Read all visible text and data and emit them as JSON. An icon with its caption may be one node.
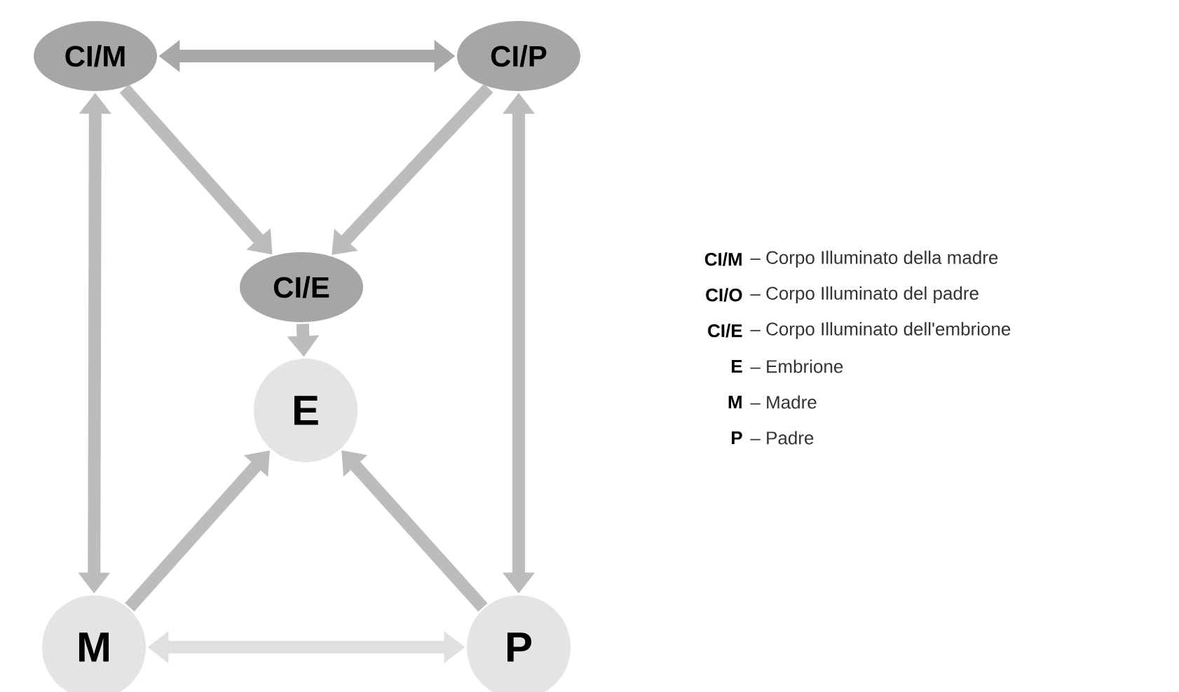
{
  "diagram": {
    "nodes": [
      {
        "text": [
          "CI/M"
        ]
      },
      {
        "text": [
          "CI/P"
        ]
      },
      {
        "text": [
          "CI/E"
        ]
      },
      {
        "text": [
          "E"
        ]
      },
      {
        "text": [
          "M"
        ]
      },
      {
        "text": [
          "P"
        ]
      }
    ],
    "edges": [
      {
        "from": 0,
        "to": 1,
        "arrow": "both",
        "color": "#a9a9a9"
      },
      {
        "from": 0,
        "to": 2,
        "arrow": "to"
      },
      {
        "from": 1,
        "to": 2,
        "arrow": "to"
      },
      {
        "from": 2,
        "to": 3,
        "arrow": "to"
      },
      {
        "from": 0,
        "to": 4,
        "arrow": "both"
      },
      {
        "from": 1,
        "to": 5,
        "arrow": "both"
      },
      {
        "from": 4,
        "to": 3,
        "arrow": "to"
      },
      {
        "from": 5,
        "to": 3,
        "arrow": "to"
      },
      {
        "from": 4,
        "to": 5,
        "arrow": "both",
        "color": "#e0e0e0"
      }
    ],
    "labels": [
      "CI/M",
      "– Corpo Illuminato della madre",
      "CI/O",
      "– Corpo Illuminato del padre",
      "CI/E",
      "– Corpo Illuminato dell'embrione",
      "E",
      "– Embrione",
      "M",
      "– Madre",
      "P",
      "– Padre"
    ]
  }
}
